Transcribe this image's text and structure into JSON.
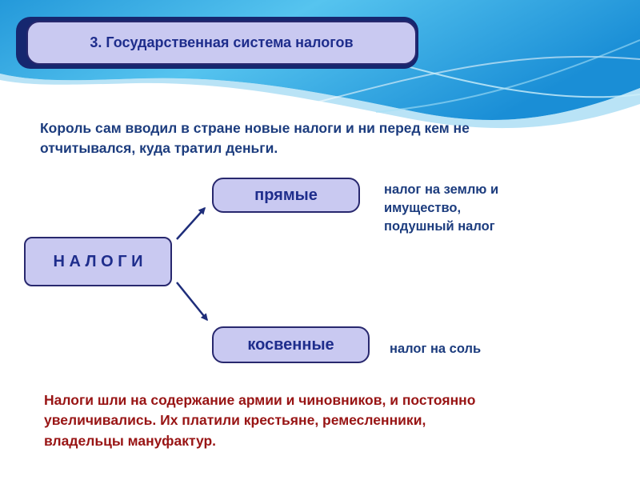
{
  "slide": {
    "title": "3. Государственная система налогов",
    "intro": "Король сам вводил в стране новые налоги и ни перед кем не отчитывался, куда тратил деньги.",
    "footer": "Налоги шли на содержание армии и чиновников, и постоянно увеличивались. Их платили крестьяне, ремесленники, владельцы мануфактур.",
    "colors": {
      "node_fill": "#c9c9f1",
      "node_border": "#28286e",
      "title_text": "#1e2d8c",
      "body_text_blue": "#1c3c7e",
      "footer_text_red": "#981414",
      "wave_blue_dark": "#1a8ed6",
      "wave_blue_light": "#56c4ef",
      "accent_bar": "#16276f"
    }
  },
  "diagram": {
    "root": "Н А Л О Г И",
    "branches": [
      {
        "label": "прямые",
        "note": "налог на землю и имущество, подушный налог"
      },
      {
        "label": "косвенные",
        "note": "налог на соль"
      }
    ]
  }
}
